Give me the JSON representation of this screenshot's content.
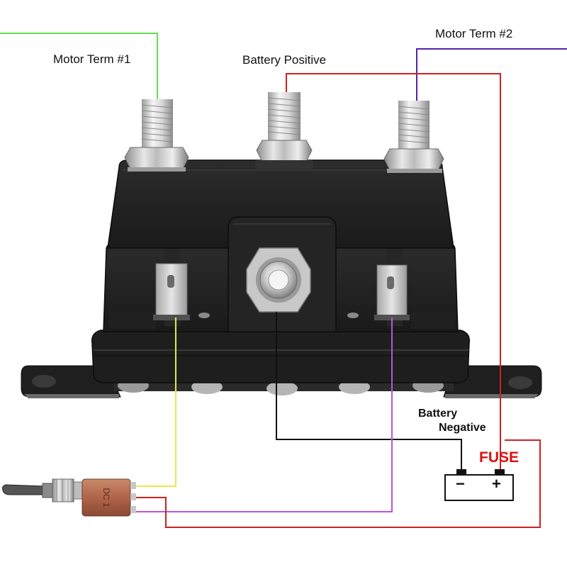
{
  "labels": {
    "motor_term_1": "Motor Term #1",
    "motor_term_2": "Motor Term #2",
    "battery_positive": "Battery Positive",
    "battery_negative_line1": "Battery",
    "battery_negative_line2": "Negative",
    "fuse": "FUSE"
  },
  "battery": {
    "negative_sign": "−",
    "positive_sign": "+"
  },
  "switch_text": "DC 1",
  "colors": {
    "motor_term_1_wire": "#66dd55",
    "motor_term_2_wire": "#5522aa",
    "battery_positive_wire": "#cc2222",
    "battery_negative_wire": "#111111",
    "switch_yellow_wire": "#e8e84a",
    "switch_purple_wire": "#b555dd",
    "fuse_text": "#dd1111",
    "solenoid_body": "#232323"
  }
}
